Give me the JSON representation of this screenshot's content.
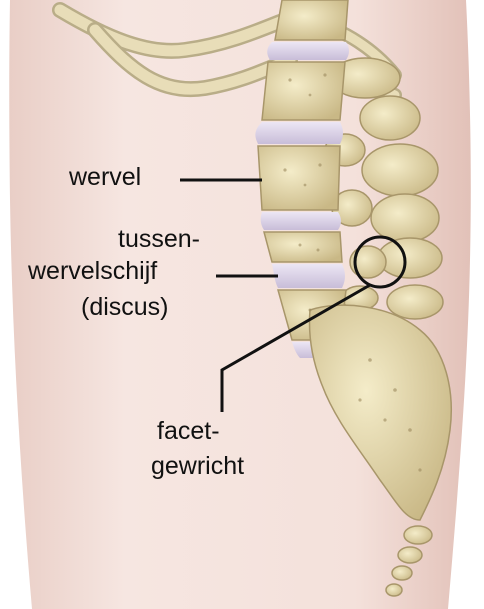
{
  "labels": {
    "vertebra": "wervel",
    "disc_line1": "tussen-",
    "disc_line2": "wervelschijf",
    "disc_line3": "(discus)",
    "facet_line1": "facet-",
    "facet_line2": "gewricht"
  },
  "colors": {
    "skin": "#f1d9d2",
    "bone": "#e6d9ae",
    "disc": "#d9d0e6",
    "line": "#111111"
  }
}
